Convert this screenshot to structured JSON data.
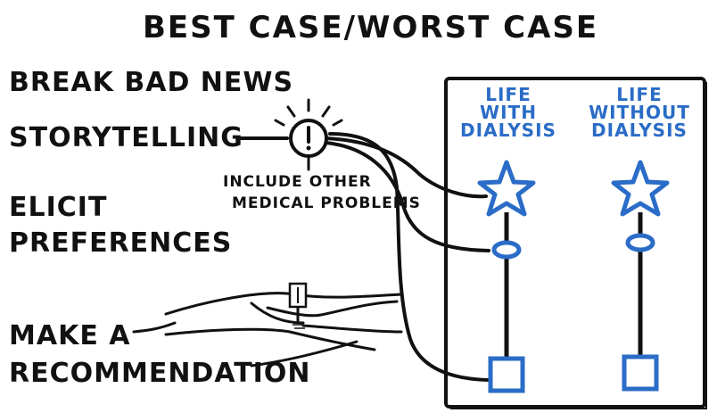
{
  "title": "BEST CASE/WORST CASE",
  "steps": {
    "break_bad_news": "BREAK BAD NEWS",
    "storytelling": "STORYTELLING",
    "elicit_line1": "ELICIT",
    "elicit_line2": "PREFERENCES",
    "recommend_line1": "MAKE A",
    "recommend_line2": "RECOMMENDATION"
  },
  "note": {
    "line1": "INCLUDE OTHER",
    "line2": "MEDICAL PROBLEMS"
  },
  "columns": [
    {
      "line1": "LIFE",
      "line2": "WITH",
      "line3": "DIALYSIS"
    },
    {
      "line1": "LIFE",
      "line2": "WITHOUT",
      "line3": "DIALYSIS"
    }
  ],
  "icons": {
    "bulb": "lightbulb-icon",
    "star": "star-icon",
    "ellipse": "ellipse-marker-icon",
    "square": "square-marker-icon",
    "road": "road-icon",
    "sign": "signpost-icon"
  },
  "colors": {
    "ink": "#111111",
    "accent_blue": "#2a6cc7"
  }
}
